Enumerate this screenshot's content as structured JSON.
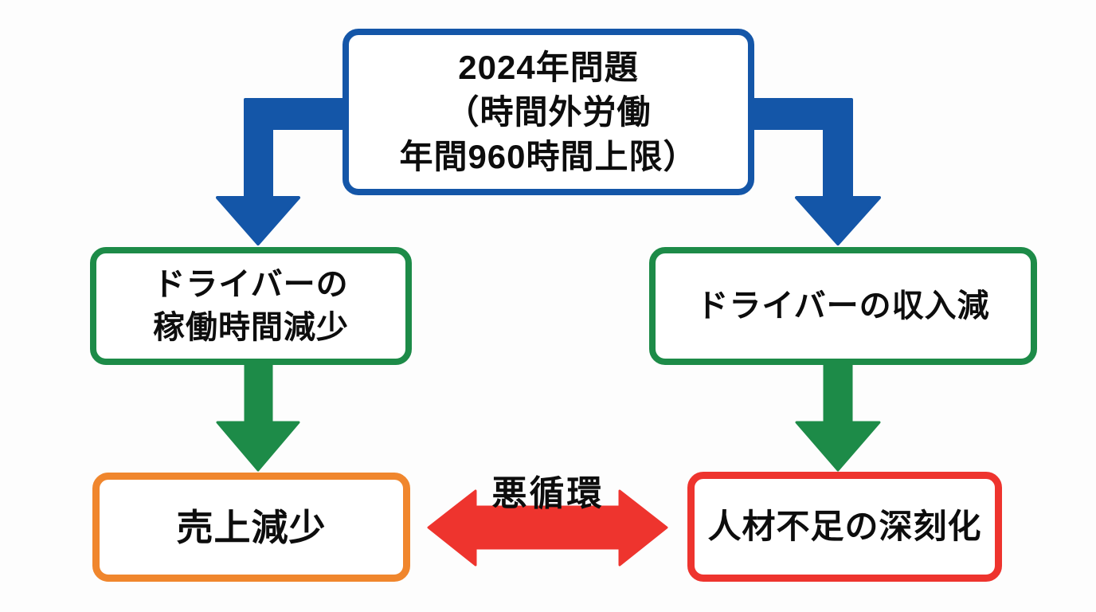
{
  "colors": {
    "blue": "#1456a8",
    "green": "#1d8b48",
    "orange": "#f0862d",
    "red": "#ee342e",
    "text": "#0d0d0d",
    "background": "#fdfdfd"
  },
  "diagram": {
    "root_box": {
      "lines": [
        "2024年問題",
        "（時間外労働",
        "年間960時間上限）"
      ]
    },
    "left_mid_box": {
      "lines": [
        "ドライバーの",
        "稼働時間減少"
      ]
    },
    "right_mid_box": {
      "lines": [
        "ドライバーの収入減"
      ]
    },
    "left_bottom_box": {
      "lines": [
        "売上減少"
      ]
    },
    "right_bottom_box": {
      "lines": [
        "人材不足の深刻化"
      ]
    },
    "cycle_label": "悪循環"
  }
}
